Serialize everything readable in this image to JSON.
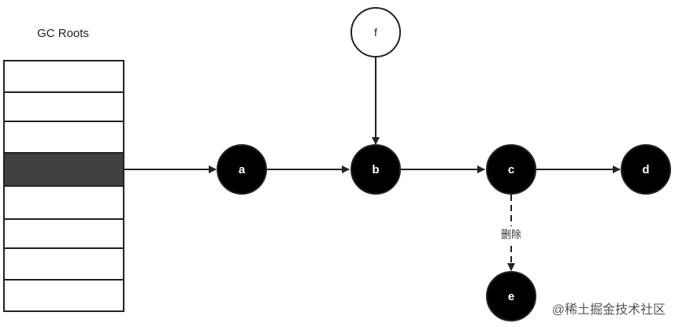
{
  "gc_roots": {
    "title": "GC Roots",
    "slots": [
      {
        "highlighted": false
      },
      {
        "highlighted": false
      },
      {
        "highlighted": false
      },
      {
        "highlighted": true
      },
      {
        "highlighted": false
      },
      {
        "highlighted": false
      },
      {
        "highlighted": false
      },
      {
        "highlighted": false
      }
    ]
  },
  "nodes": [
    {
      "id": "a",
      "label": "a",
      "style": "filled"
    },
    {
      "id": "b",
      "label": "b",
      "style": "filled"
    },
    {
      "id": "c",
      "label": "c",
      "style": "filled"
    },
    {
      "id": "d",
      "label": "d",
      "style": "filled"
    },
    {
      "id": "e",
      "label": "e",
      "style": "filled"
    },
    {
      "id": "f",
      "label": "f",
      "style": "outline"
    }
  ],
  "edges": [
    {
      "from": "gc-root-slot-4",
      "to": "a",
      "style": "solid"
    },
    {
      "from": "a",
      "to": "b",
      "style": "solid"
    },
    {
      "from": "f",
      "to": "b",
      "style": "solid"
    },
    {
      "from": "b",
      "to": "c",
      "style": "solid"
    },
    {
      "from": "c",
      "to": "d",
      "style": "solid"
    },
    {
      "from": "c",
      "to": "e",
      "style": "dashed",
      "label": "删除"
    }
  ],
  "watermark": "@稀土掘金技术社区",
  "colors": {
    "node_fill": "#000000",
    "highlight_slot": "#404040",
    "stroke": "#222222"
  }
}
